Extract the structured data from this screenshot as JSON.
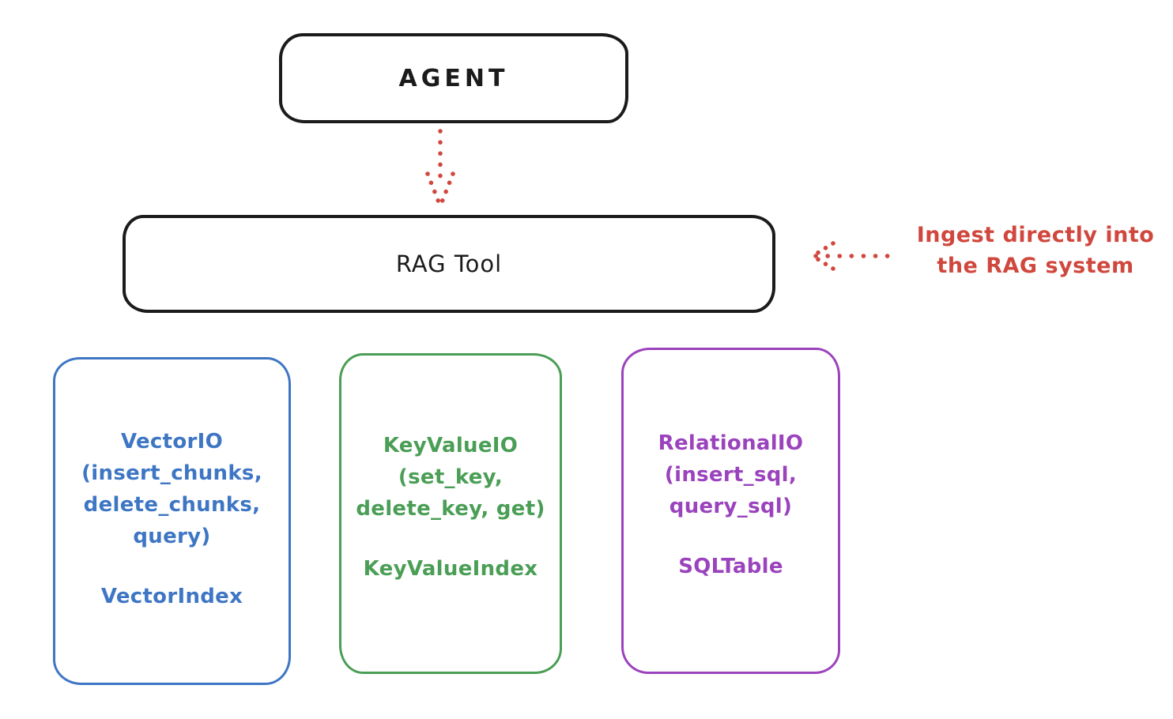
{
  "diagram": {
    "agent": {
      "label": "AGENT"
    },
    "rag_tool": {
      "label": "RAG Tool"
    },
    "annotation": {
      "lines": [
        "Ingest directly into",
        "the RAG system"
      ]
    },
    "arrows": [
      {
        "name": "agent-to-ragtool",
        "style": "dotted",
        "direction": "down",
        "color": "#d0473d"
      },
      {
        "name": "ingest-into-ragtool",
        "style": "dotted",
        "direction": "left",
        "color": "#d0473d"
      }
    ],
    "boxes": [
      {
        "name": "vector-io",
        "accent_color": "#3e76c4",
        "title_lines": [
          "VectorIO",
          "(insert_chunks,",
          "delete_chunks,",
          "query)"
        ],
        "index_label": "VectorIndex"
      },
      {
        "name": "key-value-io",
        "accent_color": "#4a9e55",
        "title_lines": [
          "KeyValueIO",
          "(set_key,",
          "delete_key, get)"
        ],
        "index_label": "KeyValueIndex"
      },
      {
        "name": "relational-io",
        "accent_color": "#9b43bd",
        "title_lines": [
          "RelationalIO",
          "(insert_sql,",
          "query_sql)"
        ],
        "index_label": "SQLTable"
      }
    ],
    "colors": {
      "stroke": "#1b1b1b",
      "accent_red": "#d0473d",
      "accent_blue": "#3e76c4",
      "accent_green": "#4a9e55",
      "accent_purple": "#9b43bd",
      "background": "#ffffff"
    }
  }
}
